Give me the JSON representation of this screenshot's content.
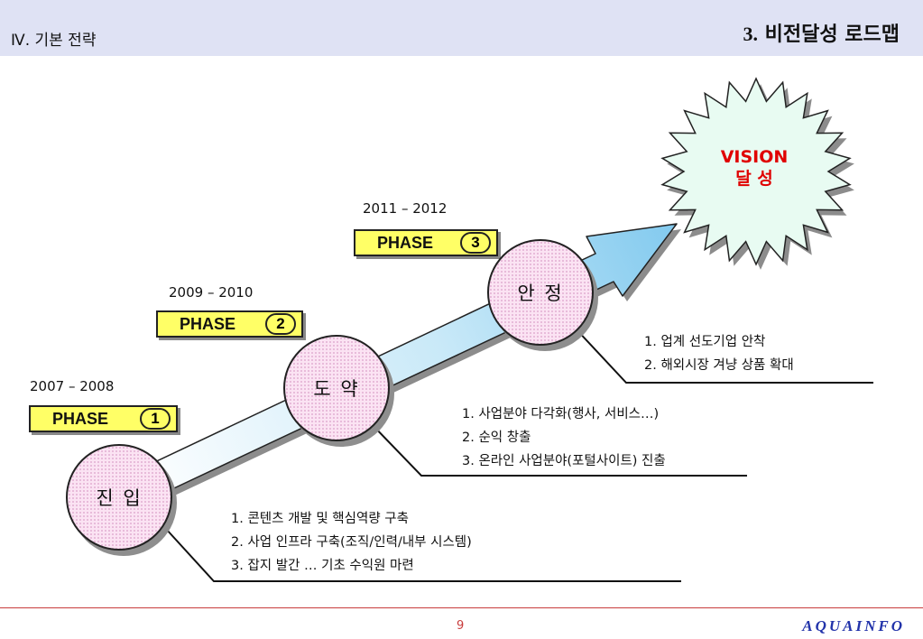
{
  "header": {
    "section": "Ⅳ. 기본 전략",
    "title_num": "3.",
    "title_text": " 비전달성 로드맵"
  },
  "vision": {
    "line1": "VISION",
    "line2": "달 성"
  },
  "phases": [
    {
      "period": "2007 – 2008",
      "label": "PHASE",
      "number": "1"
    },
    {
      "period": "2009 – 2010",
      "label": "PHASE",
      "number": "2"
    },
    {
      "period": "2011 – 2012",
      "label": "PHASE",
      "number": "3"
    }
  ],
  "stages": [
    {
      "name": "진 입",
      "goals": [
        "1. 콘텐츠 개발 및 핵심역량 구축",
        "2. 사업 인프라 구축(조직/인력/내부 시스템)",
        "3. 잡지 발간 … 기초 수익원 마련"
      ]
    },
    {
      "name": "도 약",
      "goals": [
        "1. 사업분야 다각화(행사, 서비스…)",
        "2. 순익 창출",
        "3. 온라인 사업분야(포털사이트) 진출"
      ]
    },
    {
      "name": "안 정",
      "goals": [
        "1. 업계 선도기업 안착",
        "2. 해외시장 겨냥 상품 확대"
      ]
    }
  ],
  "footer": {
    "page": "9",
    "brand": "AQUAINFO"
  },
  "colors": {
    "header_bg": "#dfe2f4",
    "phase_fill": "#ffff66",
    "circle_fill": "#fbe3f3",
    "vision_text": "#e00000",
    "burst_fill": "#e8fbf2",
    "arrow": "#7ec8ee"
  }
}
